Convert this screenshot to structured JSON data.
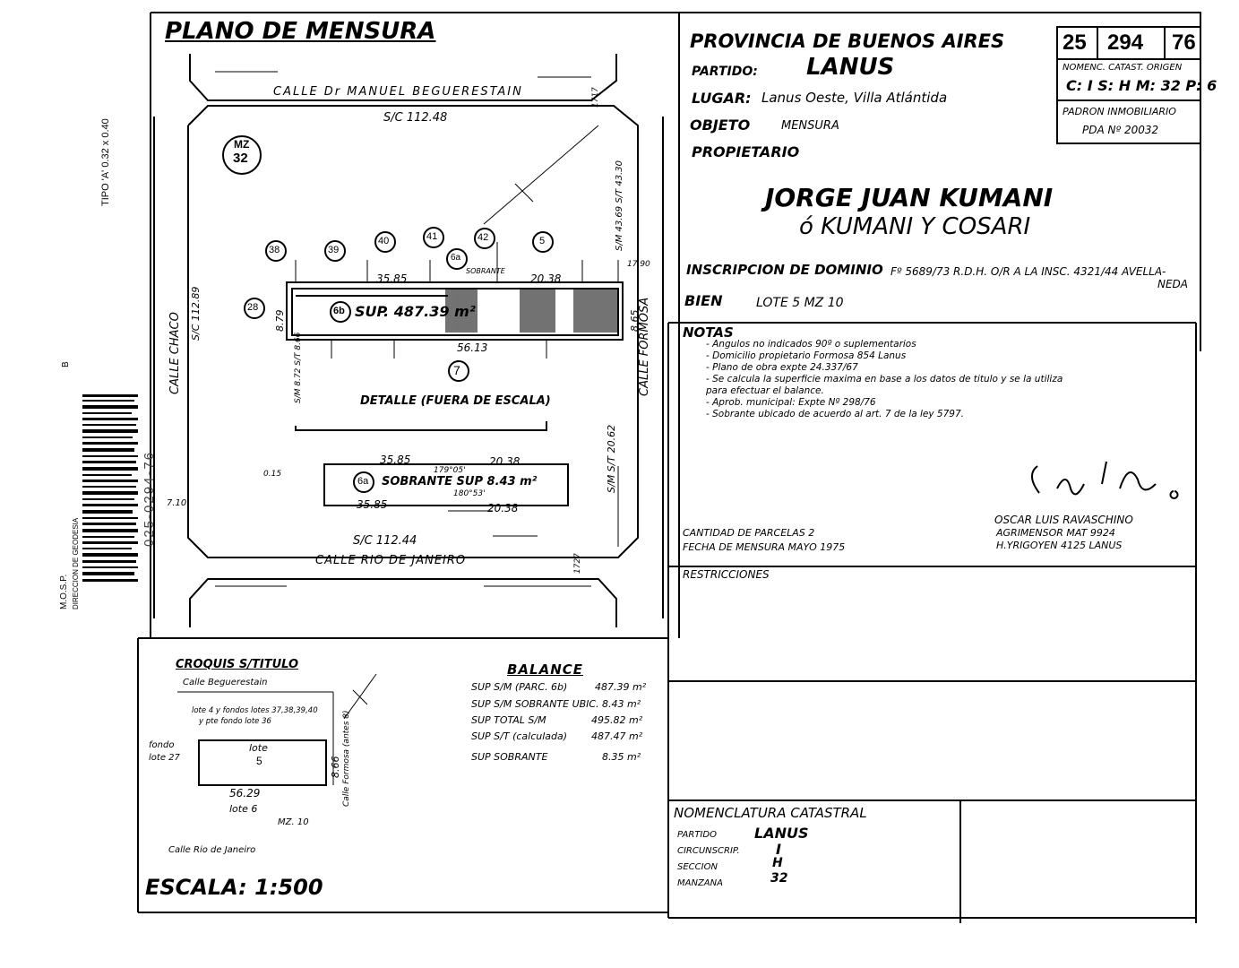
{
  "sheet_title": "PLANO DE MENSURA",
  "header": {
    "province": "PROVINCIA DE BUENOS AIRES",
    "partido_label": "PARTIDO:",
    "partido_value": "LANUS",
    "lugar_label": "LUGAR:",
    "lugar_value": "Lanus Oeste, Villa Atlántida",
    "objeto_label": "OBJETO",
    "objeto_value": "MENSURA",
    "propietario_label": "PROPIETARIO",
    "owner_line1": "JORGE JUAN KUMANI",
    "owner_line2": "ó KUMANI Y COSARI",
    "inscripcion_label": "INSCRIPCION DE DOMINIO",
    "inscripcion_value": "Fº 5689/73 R.D.H. O/R A LA INSC. 4321/44 AVELLA-",
    "inscripcion_value2": "NEDA",
    "bien_label": "BIEN",
    "bien_value": "LOTE 5   MZ 10"
  },
  "file_box": {
    "num1": "25",
    "num2": "294",
    "num3": "76",
    "nomenc_label": "NOMENC. CATAST. ORIGEN",
    "nomenc_value": "C: I  S: H  M: 32  P: 6",
    "padron_label": "PADRON INMOBILIARIO",
    "padron_value": "PDA Nº 20032"
  },
  "notas": {
    "title": "NOTAS",
    "lines": [
      "- Angulos no indicados 90º o suplementarios",
      "- Domicilio propietario Formosa 854 Lanus",
      "- Plano de obra expte 24.337/67",
      "- Se calcula la superficie maxima en base a los datos de titulo y se la utiliza",
      "  para efectuar el balance.",
      "- Aprob. municipal: Expte Nº 298/76",
      "- Sobrante ubicado de acuerdo al art. 7 de la ley 5797."
    ]
  },
  "signature": {
    "name": "OSCAR LUIS RAVASCHINO",
    "title": "AGRIMENSOR  MAT 9924",
    "address": "H.YRIGOYEN 4125 LANUS"
  },
  "parcel_info": {
    "cantidad": "CANTIDAD DE PARCELAS 2",
    "fecha": "FECHA DE MENSURA   MAYO 1975"
  },
  "restricciones": "RESTRICCIONES",
  "nomenclatura": {
    "title": "NOMENCLATURA CATASTRAL",
    "rows": [
      {
        "label": "PARTIDO",
        "value": "LANUS"
      },
      {
        "label": "CIRCUNSCRIP.",
        "value": "I"
      },
      {
        "label": "SECCION",
        "value": "H"
      },
      {
        "label": "MANZANA",
        "value": "32"
      }
    ]
  },
  "plan": {
    "street_top": "CALLE Dr MANUEL BEGUERESTAIN",
    "street_bottom": "CALLE RIO DE JANEIRO",
    "street_left": "CALLE CHACO",
    "street_right": "CALLE FORMOSA",
    "sc_top": "S/C 112.48",
    "sc_bottom": "S/C 112.44",
    "sc_left": "S/C 112.89",
    "top_right_num": "1717",
    "bottom_right_num": "1727",
    "mz_label": "MZ",
    "mz_value": "32",
    "parcels": [
      "38",
      "39",
      "40",
      "41",
      "42",
      "5",
      "6a",
      "28",
      "6b",
      "7"
    ],
    "main_area": "SUP. 487.39 m²",
    "dim_3585": "35.85",
    "dim_2038": "20.38",
    "dim_5613": "56.13",
    "dim_879": "8.79",
    "dim_865": "8.65",
    "dim_1790": "17.90",
    "sm_top_right": "S/M 43.69  S/T 43.30",
    "sm_right": "S/M  S/T 20.62",
    "sm_left": "S/M 8.72  S/T 8.66",
    "sobrante_label": "SOBRANTE",
    "detalle_title": "DETALLE (FUERA DE ESCALA)",
    "sobrante_detail": "SOBRANTE SUP 8.43 m²",
    "dim_710": "7.10",
    "dim_015": "0.15",
    "angle1": "179°05'",
    "angle2": "180°53'"
  },
  "croquis": {
    "title": "CROQUIS S/TITULO",
    "street_top": "Calle Beguerestain",
    "note": "lote 4 y fondos lotes 37,38,39,40",
    "note2": "y pte fondo lote 36",
    "fondo": "fondo",
    "lote27": "lote 27",
    "lote_label": "lote",
    "lote_value": "5",
    "width": "56.29",
    "depth": "8.66",
    "lote6": "lote 6",
    "mz": "MZ. 10",
    "street_bottom": "Calle Rio de Janeiro",
    "street_right": "Calle Formosa (antes 8)"
  },
  "balance": {
    "title": "BALANCE",
    "rows": [
      {
        "label": "SUP S/M (PARC. 6b)",
        "value": "487.39 m²"
      },
      {
        "label": "SUP S/M SOBRANTE UBIC.",
        "value": "8.43 m²"
      },
      {
        "label": "SUP TOTAL S/M",
        "value": "495.82 m²"
      },
      {
        "label": "SUP S/T (calculada)",
        "value": "487.47 m²"
      },
      {
        "label": "SUP SOBRANTE",
        "value": "8.35 m²"
      }
    ]
  },
  "escala": "ESCALA: 1:500",
  "margin": {
    "tipo": "TIPO 'A' 0.32 x 0.40",
    "barcode_text": "025-0294-76",
    "mosp": "M.O.S.P.",
    "direccion": "DIRECCION DE GEODESIA",
    "letter_b": "B"
  }
}
